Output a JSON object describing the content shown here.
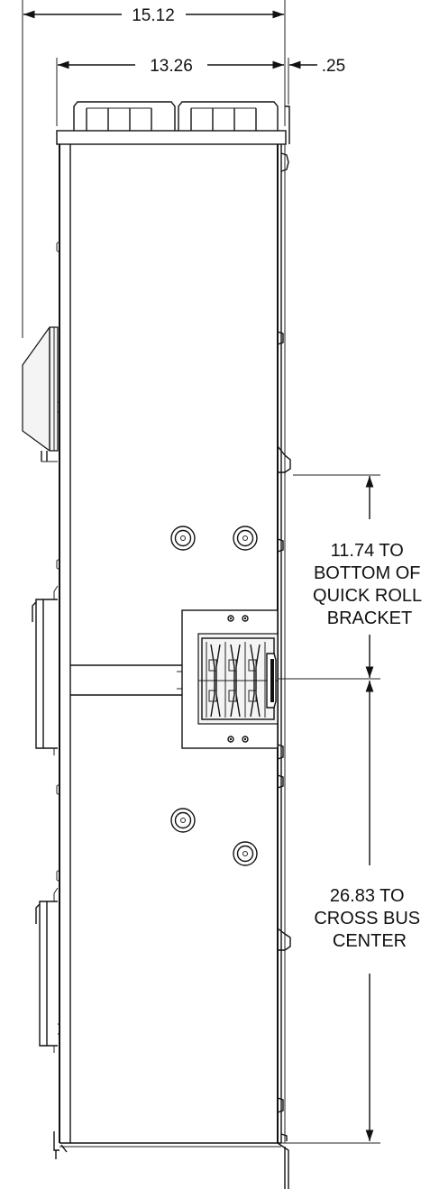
{
  "dimensions": {
    "overall_width": "15.12",
    "body_width": "13.26",
    "flange": ".25"
  },
  "notes": {
    "quick_roll": [
      "11.74  TO",
      "BOTTOM OF",
      "QUICK ROLL",
      "BRACKET"
    ],
    "cross_bus": [
      "26.83 TO",
      "CROSS BUS",
      "CENTER"
    ]
  }
}
